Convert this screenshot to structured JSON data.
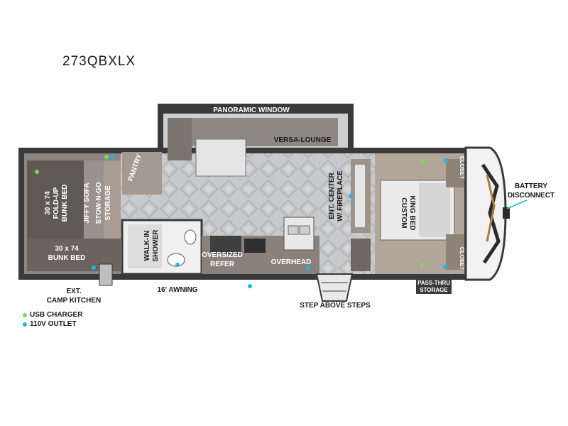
{
  "model": "273QBXLX",
  "rooms": {
    "panoramic_window": "PANORAMIC WINDOW",
    "versa_lounge": "VERSA-LOUNGE",
    "pantry": "PANTRY",
    "fold_up_bunk_1": "30 x 74",
    "fold_up_bunk_2": "FOLD-UP",
    "fold_up_bunk_3": "BUNK BED",
    "jiffy_sofa": "JIFFY SOFA",
    "stow_n_go_1": "STOW-N-GO",
    "stow_n_go_2": "STORAGE",
    "bunk_bed_1": "30 x 74",
    "bunk_bed_2": "BUNK BED",
    "walk_in_shower_1": "WALK-IN",
    "walk_in_shower_2": "SHOWER",
    "refer_1": "OVERSIZED",
    "refer_2": "REFER",
    "overhead": "OVERHEAD",
    "ent_center_1": "ENT. CENTER",
    "ent_center_2": "W/ FIREPLACE",
    "king_bed_1": "CUSTOM",
    "king_bed_2": "KING BED",
    "closet_top": "CLOSET",
    "closet_bottom": "CLOSET"
  },
  "callouts": {
    "battery_1": "BATTERY",
    "battery_2": "DISCONNECT",
    "awning": "16' AWNING",
    "camp_kitchen_1": "EXT.",
    "camp_kitchen_2": "CAMP KITCHEN",
    "step_above_steps": "STEP ABOVE STEPS",
    "pass_thru_1": "PASS-THRU",
    "pass_thru_2": "STORAGE"
  },
  "legend": {
    "usb": "USB CHARGER",
    "outlet": "110V OUTLET"
  },
  "colors": {
    "usb": "#7ed957",
    "outlet": "#1fb5e8",
    "wall": "#3a3a3a",
    "floor_tile": "#c9cbcd",
    "furniture": "#6e6661",
    "cabinet": "#b9aaa0"
  }
}
